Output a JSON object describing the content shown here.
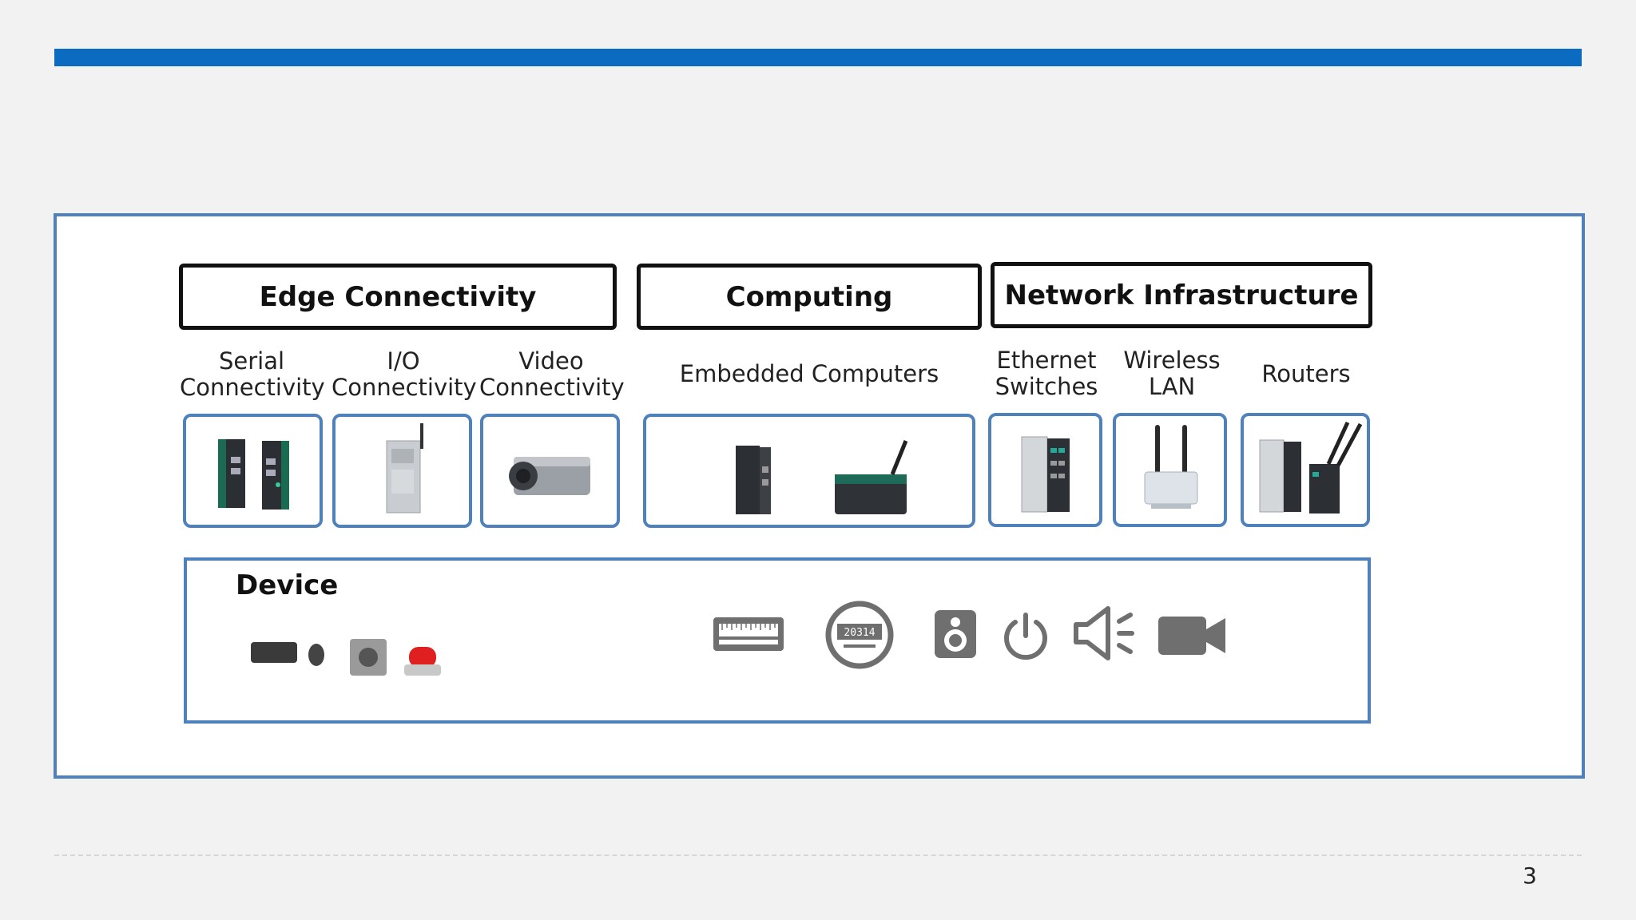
{
  "slide": {
    "page_number": "3",
    "accent_color": "#0a6bc1",
    "frame_color": "#4f81bd"
  },
  "categories": {
    "edge": "Edge Connectivity",
    "computing": "Computing",
    "network": "Network Infrastructure"
  },
  "products": {
    "serial": [
      "Serial",
      "Connectivity"
    ],
    "io": [
      "I/O",
      "Connectivity"
    ],
    "video": [
      "Video",
      "Connectivity"
    ],
    "embedded": "Embedded Computers",
    "ethernet": [
      "Ethernet",
      "Switches"
    ],
    "wireless": [
      "Wireless",
      "LAN"
    ],
    "routers": "Routers"
  },
  "device": {
    "title": "Device",
    "icons": [
      "ruler-gauge-icon",
      "meter-icon",
      "speaker-icon",
      "power-icon",
      "volume-icon",
      "video-camera-icon"
    ],
    "meter_digits": "20314"
  }
}
